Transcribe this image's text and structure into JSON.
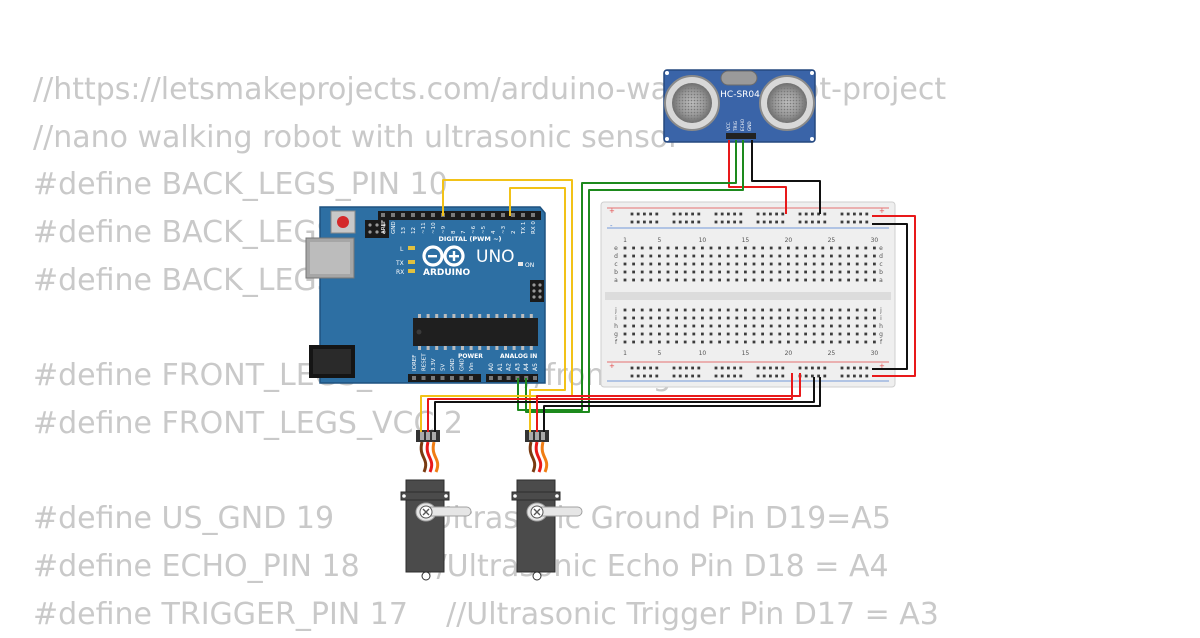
{
  "code_lines": [
    "//https://letsmakeprojects.com/arduino-walking-robot-project",
    "//nano walking robot with ultrasonic sensor",
    "#define BACK_LEGS_PIN 10",
    "#define BACK_LEGS_",
    "#define BACK_LEGS_",
    "",
    "#define FRONT_LEGS_                //front legs",
    "#define FRONT_LEGS_VCC 2",
    "",
    "#define US_GND 19        //Ultrasonic Ground Pin D19=A5",
    "#define ECHO_PIN 18       //Ultrasonic Echo Pin D18 = A4",
    "#define TRIGGER_PIN 17    //Ultrasonic Trigger Pin D17 = A3"
  ],
  "sensor": {
    "model": "HC-SR04",
    "pins": [
      "VCC",
      "TRIG",
      "ECHO",
      "GND"
    ]
  },
  "arduino": {
    "brand": "ARDUINO",
    "model": "UNO",
    "digital_label": "DIGITAL (PWM ~)",
    "power_label": "POWER",
    "analog_label": "ANALOG IN",
    "on_label": "ON",
    "led_labels": [
      "L",
      "TX",
      "RX"
    ],
    "header_top_labels": [
      "AREF",
      "GND",
      "13",
      "12",
      "~11",
      "~10",
      "~9",
      "8",
      "7",
      "~6",
      "~5",
      "4",
      "~3",
      "2",
      "TX 1",
      "RX 0"
    ],
    "power_pins": [
      "IOREF",
      "RESET",
      "3.3V",
      "5V",
      "GND",
      "GND",
      "Vin"
    ],
    "analog_pins": [
      "A0",
      "A1",
      "A2",
      "A3",
      "A4",
      "A5"
    ]
  },
  "breadboard": {
    "column_numbers": [
      "1",
      "5",
      "10",
      "15",
      "20",
      "25",
      "30"
    ],
    "row_letters_top": [
      "j",
      "i",
      "h",
      "g",
      "f"
    ],
    "row_letters_bottom": [
      "e",
      "d",
      "c",
      "b",
      "a"
    ],
    "rail_plus": "+",
    "rail_minus": "-"
  },
  "colors": {
    "board": "#2d6fa3",
    "sensor": "#3a64a8",
    "wire_red": "#e8191a",
    "wire_black": "#111111",
    "wire_green": "#1d8a1d",
    "wire_yellow": "#f2c218",
    "wire_orange": "#f07d14",
    "wire_brown": "#7a3b12",
    "servo": "#4b4b4b",
    "code_text": "#c9c9c9"
  }
}
